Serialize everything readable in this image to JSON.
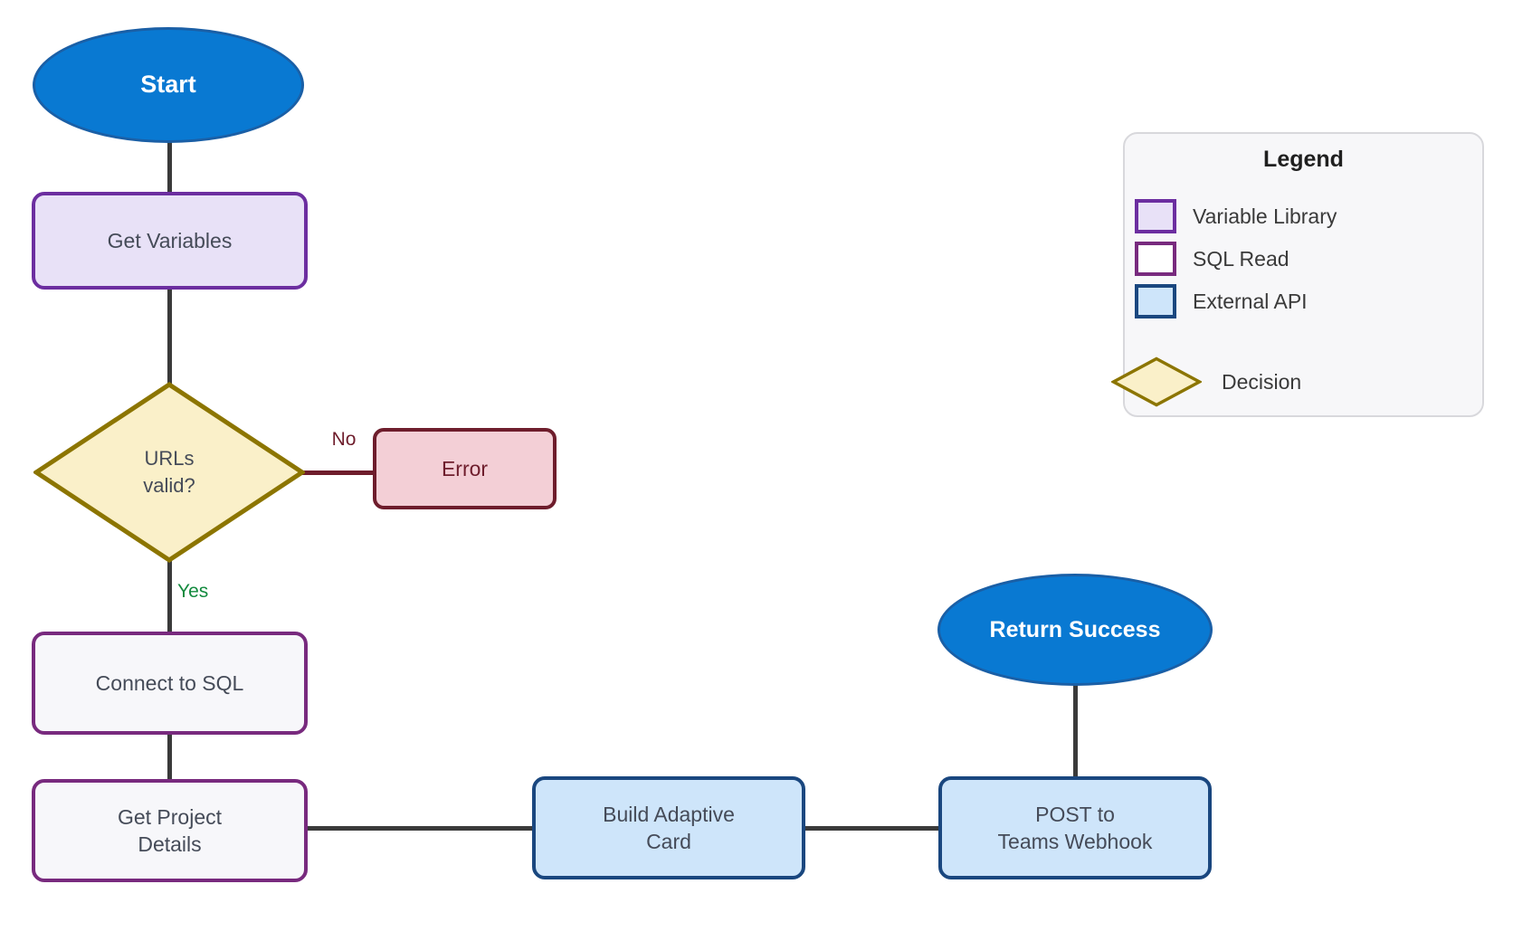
{
  "colors": {
    "terminal_fill": "#0979D2",
    "terminal_border": "#1A5FA6",
    "terminal_text": "#FFFFFF",
    "varlib_fill": "#E8E1F7",
    "varlib_border": "#6C2EA0",
    "sql_fill": "#F7F7FA",
    "sql_border": "#782A7E",
    "api_fill": "#CEE5FA",
    "api_border": "#1A477F",
    "decision_fill": "#FAF0C9",
    "decision_border": "#8C7500",
    "error_fill": "#F3CFD6",
    "error_border": "#6E1D2C",
    "edge_color": "#3A3A3A",
    "no_color": "#6E1D2C",
    "yes_color": "#138A3E",
    "node_text": "#454B58",
    "legend_fill": "#F7F7F9",
    "legend_border": "#D8D8DC"
  },
  "nodes": {
    "start": {
      "label": "Start",
      "type": "terminal"
    },
    "get_variables": {
      "label": "Get Variables",
      "type": "variable-library"
    },
    "urls_valid": {
      "lines": [
        "URLs",
        "valid?"
      ],
      "type": "decision"
    },
    "error": {
      "label": "Error",
      "type": "error"
    },
    "connect_sql": {
      "label": "Connect to SQL",
      "type": "sql-read"
    },
    "get_project": {
      "lines": [
        "Get Project",
        "Details"
      ],
      "type": "sql-read"
    },
    "build_card": {
      "lines": [
        "Build Adaptive",
        "Card"
      ],
      "type": "external-api"
    },
    "post_teams": {
      "lines": [
        "POST to",
        "Teams Webhook"
      ],
      "type": "external-api"
    },
    "return_success": {
      "label": "Return Success",
      "type": "terminal"
    }
  },
  "edge_labels": {
    "no": "No",
    "yes": "Yes"
  },
  "legend": {
    "title": "Legend",
    "items": [
      {
        "label": "Variable Library",
        "swatch": "variable-library"
      },
      {
        "label": "SQL Read",
        "swatch": "sql-read"
      },
      {
        "label": "External API",
        "swatch": "external-api"
      },
      {
        "label": "Decision",
        "swatch": "decision"
      }
    ]
  }
}
